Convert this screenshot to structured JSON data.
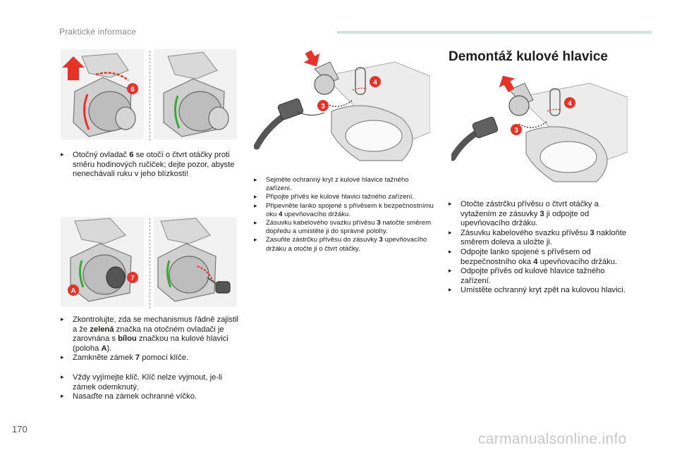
{
  "header": {
    "section": "Praktické informace"
  },
  "page_number": "170",
  "watermark": "carmanualsonline.info",
  "section_title": "Demontáž kulové hlavice",
  "callouts": {
    "n6": "6",
    "n7": "7",
    "nA": "A",
    "n3": "3",
    "n4": "4"
  },
  "colors": {
    "callout": "#e5332a",
    "green_mark": "#3aaa35",
    "header_bar": "#cfe6da"
  },
  "icons": {
    "bullet": "triangle-bullet-icon",
    "arrow": "direction-arrow-icon"
  },
  "col1_top": [
    {
      "parts": [
        "Otočný ovladač ",
        "6",
        " se otočí o čtvrt otáčky proti směru hodinových ručiček; dejte pozor, abyste nenechávali ruku v jeho blízkosti!"
      ]
    }
  ],
  "col1_bottom_a": [
    {
      "parts": [
        "Zkontrolujte, zda se mechanismus řádně zajistil a že ",
        "zelená",
        " značka na otočném ovladači je zarovnána s ",
        "bílou",
        " značkou na kulové hlavici (poloha ",
        "A",
        ")."
      ]
    },
    {
      "parts": [
        "Zamkněte zámek ",
        "7",
        " pomocí klíče."
      ]
    }
  ],
  "col1_bottom_b": [
    {
      "text": "Vždy vyjímejte klíč. Klíč nelze vyjmout, je-li zámek odemknutý."
    },
    {
      "text": "Nasaďte na zámek ochranné víčko."
    }
  ],
  "col2": [
    {
      "text": "Sejměte ochranný kryt z kulové hlavice tažného zařízení."
    },
    {
      "text": "Připojte přívěs ke kulové hlavici tažného zařízení."
    },
    {
      "parts": [
        "Připevněte lanko spojené s přívěsem k bezpečnostnímu oku ",
        "4",
        " upevňovacího držáku."
      ]
    },
    {
      "parts": [
        "Zásuvku kabelového svazku přívěsu ",
        "3",
        " natočte směrem dopředu a umístěte ji do správné polohy."
      ]
    },
    {
      "parts": [
        "Zasuňte zástrčku přívěsu do zásuvky ",
        "3",
        " upevňovacího držáku a otočte ji o čtvrt otáčky."
      ]
    }
  ],
  "col3": [
    {
      "parts": [
        "Otočte zástrčku přívěsu o čtvrt otáčky a vytažením ze zásuvky ",
        "3",
        " ji odpojte od upevňovacího držáku."
      ]
    },
    {
      "parts": [
        "Zásuvku kabelového svazku přívěsu ",
        "3",
        " nakloňte směrem doleva a uložte ji."
      ]
    },
    {
      "parts": [
        "Odpojte lanko spojené s přívěsem od bezpečnostního oka ",
        "4",
        " upevňovacího držáku."
      ]
    },
    {
      "text": "Odpojte přívěs od kulové hlavice tažného zařízení."
    },
    {
      "text": "Umístěte ochranný kryt zpět na kulovou hlavici."
    }
  ]
}
